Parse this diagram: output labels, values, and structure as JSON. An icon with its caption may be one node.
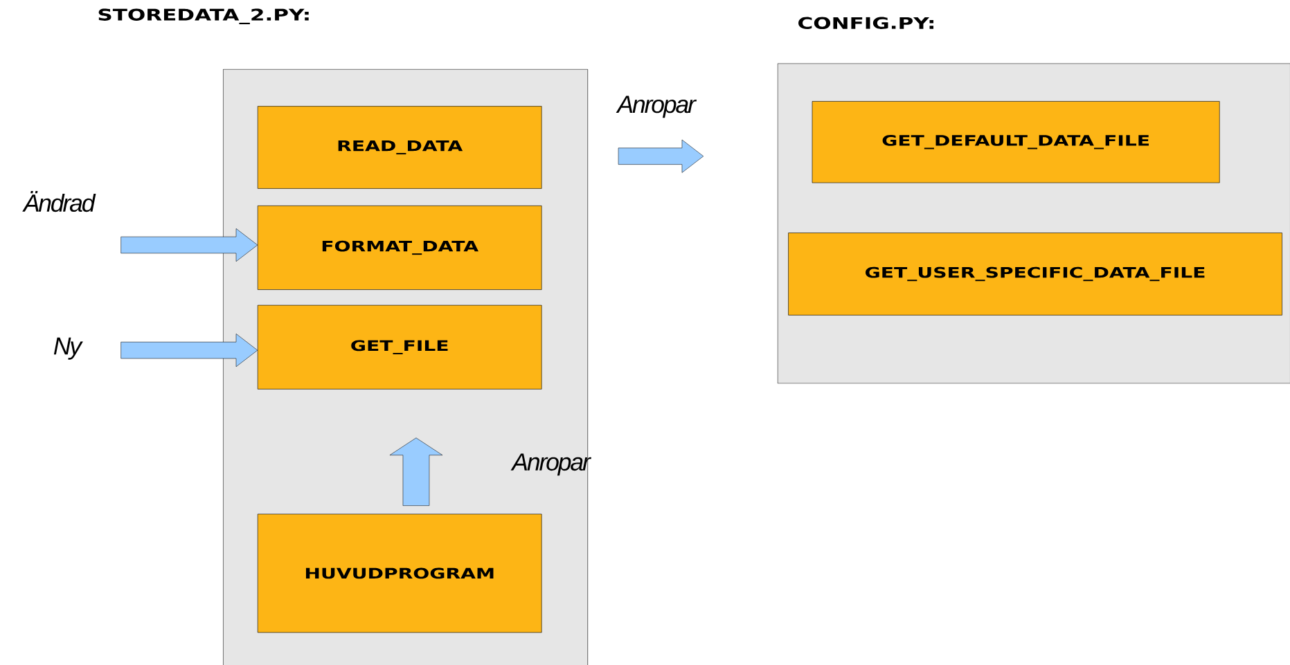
{
  "diagram": {
    "nodes": [
      {
        "text": [
          "STOREDATA_2.PY:"
        ]
      },
      {
        "text": [
          "READ_DATA"
        ],
        "in": 0
      },
      {
        "text": [
          "FORMAT_DATA"
        ],
        "in": 0
      },
      {
        "text": [
          "GET_FILE"
        ],
        "in": 0
      },
      {
        "text": [
          "HUVUDPROGRAM"
        ],
        "in": 0
      },
      {
        "text": [
          "CONFIG.PY:"
        ]
      },
      {
        "text": [
          "GET_DEFAULT_DATA_FILE"
        ],
        "in": 5
      },
      {
        "text": [
          "GET_USER_SPECIFIC_DATA_FILE"
        ],
        "in": 5
      }
    ],
    "edges": [
      {
        "from": 0,
        "to": 5,
        "arrow": "to",
        "label": "Anropar"
      },
      {
        "from": null,
        "to": 2,
        "arrow": "to",
        "label": "Ändrad"
      },
      {
        "from": null,
        "to": 3,
        "arrow": "to",
        "label": "Ny"
      },
      {
        "from": 4,
        "to": 3,
        "arrow": "to",
        "label": "Anropar"
      }
    ]
  }
}
